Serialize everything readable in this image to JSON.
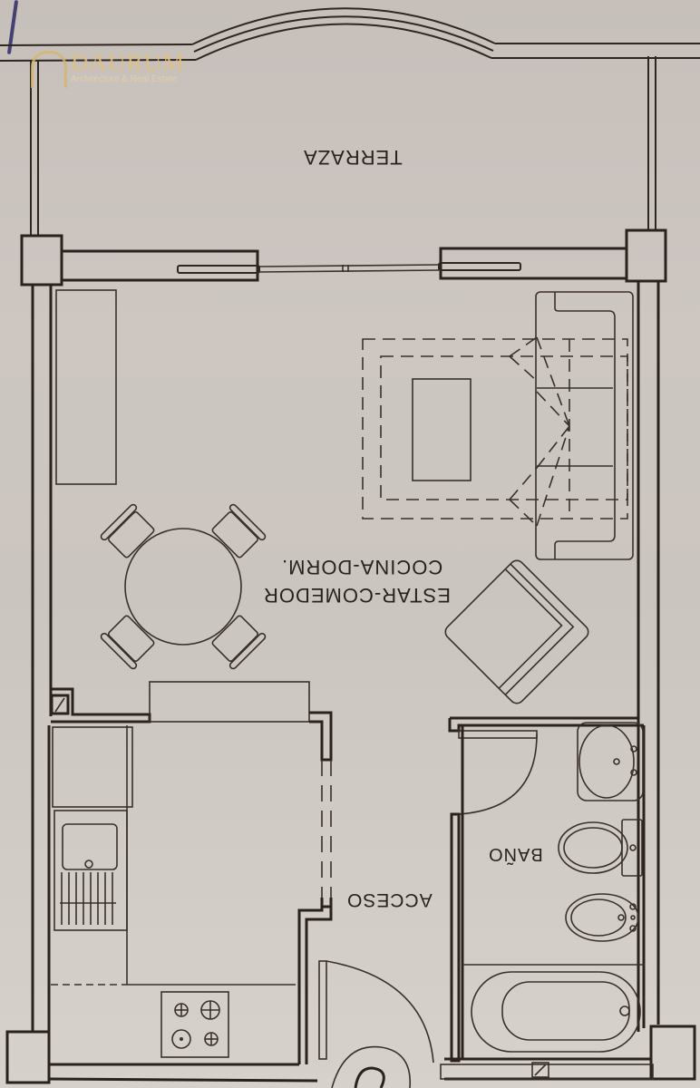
{
  "plan": {
    "orientation": "rotated 180 degrees",
    "rooms": {
      "terrace": "TERRAZA",
      "living_line1": "ESTAR-COMEDOR",
      "living_line2": "COCINA-DORM.",
      "bathroom": "BAÑO",
      "entrance": "ACCESO"
    }
  },
  "watermark": {
    "name": "DAURUM",
    "tagline": "Architecture & Real Estate"
  },
  "colors": {
    "paper": "#cbc5c0",
    "ink": "#2b221d",
    "logo_gold": "#d9b56b",
    "pen_mark": "#2b2a66"
  }
}
